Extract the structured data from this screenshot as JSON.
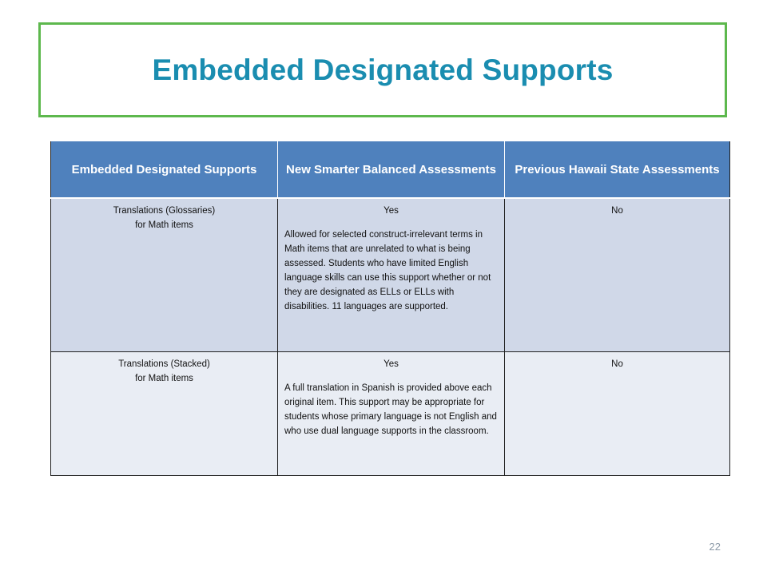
{
  "slide": {
    "title": "Embedded Designated Supports",
    "page_number": "22"
  },
  "table": {
    "headers": [
      "Embedded Designated Supports",
      "New Smarter Balanced Assessments",
      "Previous Hawaii State Assessments"
    ],
    "rows": [
      {
        "support_line1": "Translations (Glossaries)",
        "support_line2": "for Math items",
        "sba_answer": "Yes",
        "sba_description": "Allowed for selected construct-irrelevant terms in Math items that are unrelated to what is being assessed. Students who have limited English language skills can use this support whether or not they are designated as ELLs or ELLs with disabilities.  11 languages are supported.",
        "hsa_answer": "No"
      },
      {
        "support_line1": "Translations (Stacked)",
        "support_line2": "for Math items",
        "sba_answer": "Yes",
        "sba_description": "A full translation in Spanish is provided above each original item. This support may be appropriate for students whose primary language is not English and who use dual language supports in the classroom.",
        "hsa_answer": "No"
      }
    ]
  }
}
